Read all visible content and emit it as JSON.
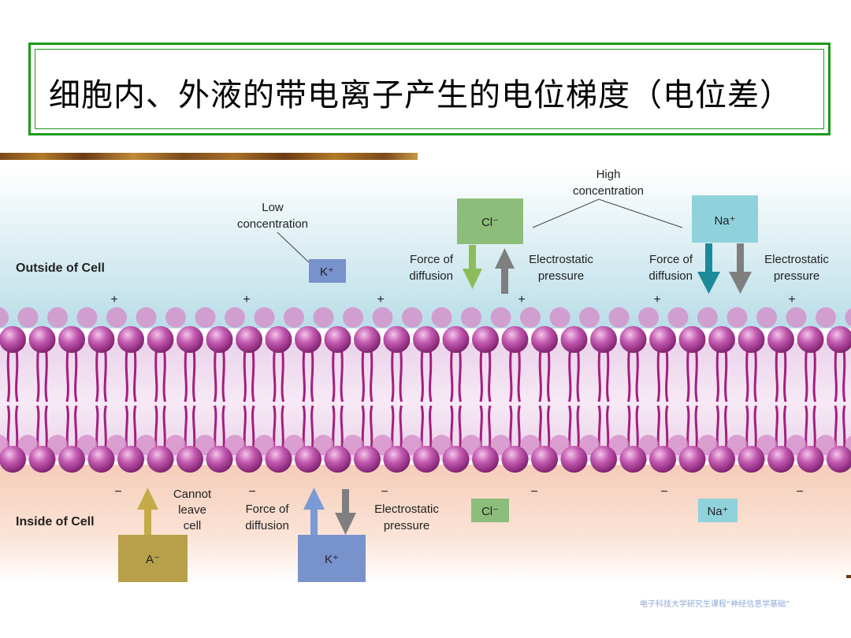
{
  "title": "细胞内、外液的带电离子产生的电位梯度（电位差）",
  "footer": "电子科技大学研究生课程“神经信息学基础”",
  "colors": {
    "title_border": "#1a9b1a",
    "outside_fluid": "#bfe0ea",
    "inside_fluid": "#f7d3c1",
    "membrane_head": "#b94fa6",
    "membrane_tail": "#a51f7e",
    "cl_box": "#8cbd7a",
    "na_box": "#8fd2dc",
    "k_box": "#7892cc",
    "a_box": "#b8a04a",
    "arrow_gray": "#7f7f7f",
    "arrow_green": "#8cbd5a",
    "arrow_teal": "#1b8a9a",
    "arrow_blue": "#7a9ad6",
    "arrow_gold": "#c4aa48"
  },
  "diagram": {
    "outside_label": "Outside of Cell",
    "inside_label": "Inside of Cell",
    "outside_sign": "+",
    "inside_sign": "−",
    "low_conc": [
      "Low",
      "concentration"
    ],
    "high_conc": [
      "High",
      "concentration"
    ],
    "force_diffusion": [
      "Force of",
      "diffusion"
    ],
    "electrostatic": [
      "Electrostatic",
      "pressure"
    ],
    "cannot_leave": [
      "Cannot",
      "leave",
      "cell"
    ],
    "ions": {
      "k_out": "K⁺",
      "cl_out": "Cl⁻",
      "na_out": "Na⁺",
      "a_in": "A⁻",
      "k_in": "K⁺",
      "cl_in": "Cl⁻",
      "na_in": "Na⁺"
    }
  }
}
